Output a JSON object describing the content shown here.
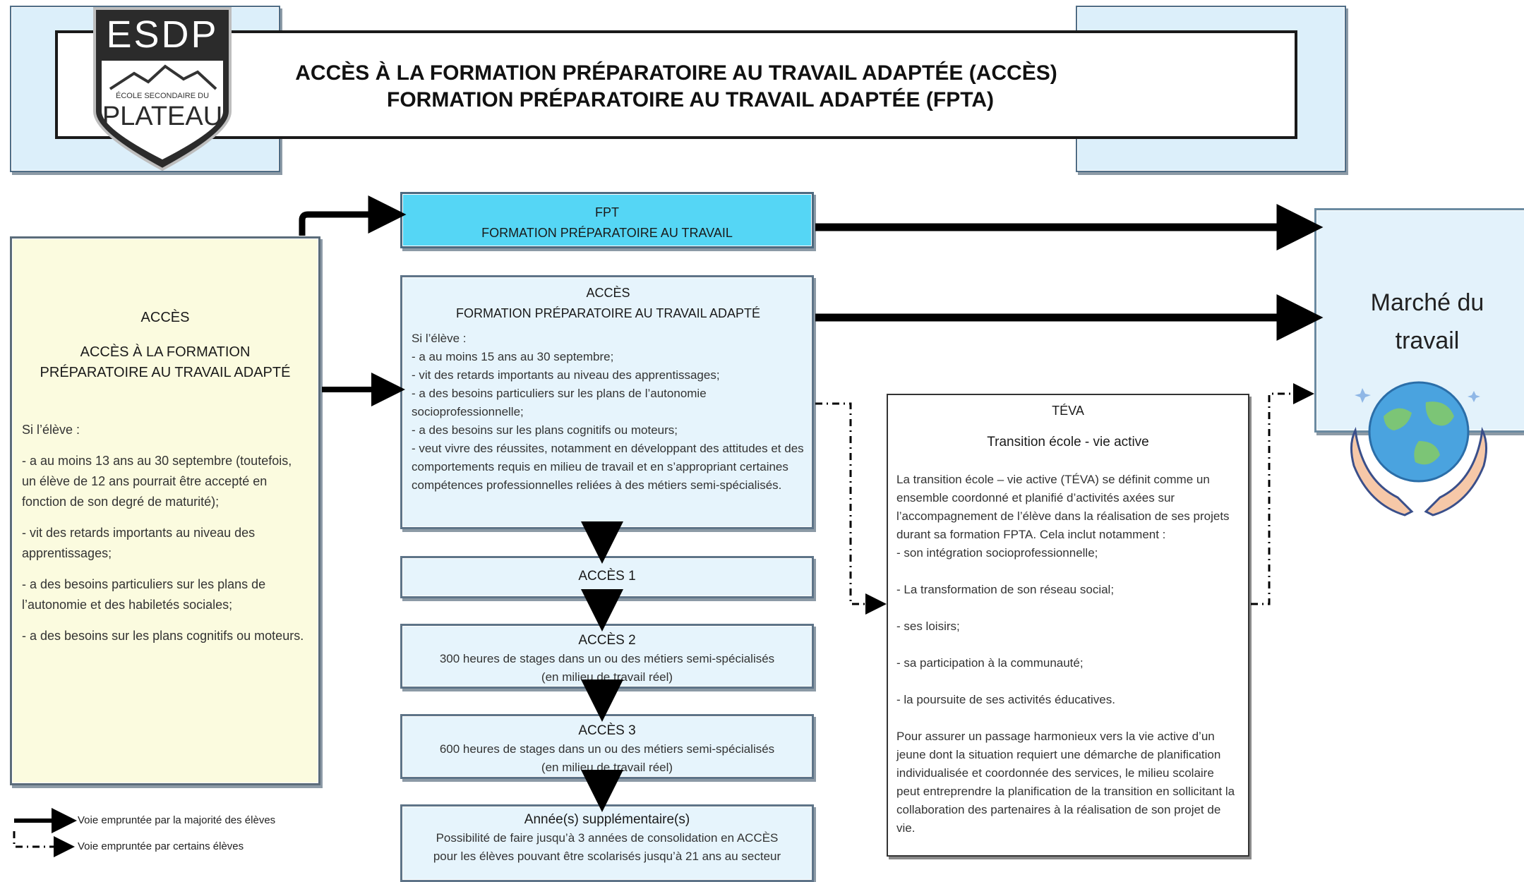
{
  "header": {
    "logo": {
      "top": "ESDP",
      "subtitle": "ÉCOLE SECONDAIRE DU",
      "bottom": "PLATEAU"
    },
    "title_line1": "ACCÈS À LA FORMATION PRÉPARATOIRE AU TRAVAIL ADAPTÉE (ACCÈS)",
    "title_line2": "FORMATION PRÉPARATOIRE AU TRAVAIL ADAPTÉE (FPTA)"
  },
  "left_box": {
    "title": "ACCÈS",
    "subtitle_line1": "ACCÈS À LA FORMATION",
    "subtitle_line2": "PRÉPARATOIRE AU TRAVAIL ADAPTÉ",
    "intro": "Si l’élève :",
    "items": [
      "- a au moins 13 ans au 30 septembre (toutefois, un élève de 12 ans pourrait être accepté en fonction de son degré de maturité);",
      "- vit des retards importants au niveau des apprentissages;",
      "- a des besoins particuliers sur les plans de l’autonomie et des habiletés sociales;",
      "- a des besoins sur les plans cognitifs ou moteurs."
    ]
  },
  "fpt_box": {
    "line1": "FPT",
    "line2": "FORMATION PRÉPARATOIRE AU TRAVAIL"
  },
  "acces_box": {
    "line1": "ACCÈS",
    "line2": "FORMATION PRÉPARATOIRE AU TRAVAIL ADAPTÉ",
    "intro": "Si l’élève :",
    "items": [
      "- a au moins 15 ans au 30 septembre;",
      "- vit des retards importants au niveau des apprentissages;",
      "- a des besoins particuliers sur les plans de l’autonomie socioprofessionnelle;",
      "- a des besoins sur les plans cognitifs ou moteurs;",
      "- veut vivre des réussites, notamment en développant des attitudes et des comportements requis en milieu de travail et en s’appropriant certaines compétences professionnelles reliées à des métiers semi-spécialisés."
    ]
  },
  "acces1": {
    "title": "ACCÈS 1"
  },
  "acces2": {
    "title": "ACCÈS 2",
    "line1": "300 heures de stages dans un ou des métiers semi-spécialisés",
    "line2": "(en milieu de travail réel)"
  },
  "acces3": {
    "title": "ACCÈS 3",
    "line1": "600 heures de stages dans un ou des métiers semi-spécialisés",
    "line2": "(en milieu de travail réel)"
  },
  "annees": {
    "title": "Année(s) supplémentaire(s)",
    "line1": "Possibilité de faire jusqu’à 3 années de consolidation en ACCÈS",
    "line2": "pour les élèves pouvant être scolarisés jusqu’à 21 ans au secteur"
  },
  "teva": {
    "title": "TÉVA",
    "subtitle": "Transition école - vie active",
    "para1": "La transition école – vie active (TÉVA) se définit comme un ensemble coordonné et planifié d’activités axées sur l’accompagnement de l’élève dans la réalisation de ses projets durant sa formation FPTA. Cela inclut notamment :",
    "items": [
      "- son intégration socioprofessionnelle;",
      "- La transformation de son réseau social;",
      "- ses loisirs;",
      "- sa participation à la communauté;",
      "- la poursuite de ses activités éducatives."
    ],
    "para2": "Pour assurer un passage harmonieux vers la vie active d’un jeune dont la situation requiert une démarche de planification individualisée et coordonnée des services, le milieu scolaire peut entreprendre la planification de la transition en sollicitant la collaboration des partenaires à la réalisation de son projet de vie."
  },
  "marche": {
    "line1": "Marché du",
    "line2": "travail"
  },
  "legend": {
    "solid": "Voie empruntée par la majorité des élèves",
    "dashed": "Voie empruntée par certains élèves"
  }
}
